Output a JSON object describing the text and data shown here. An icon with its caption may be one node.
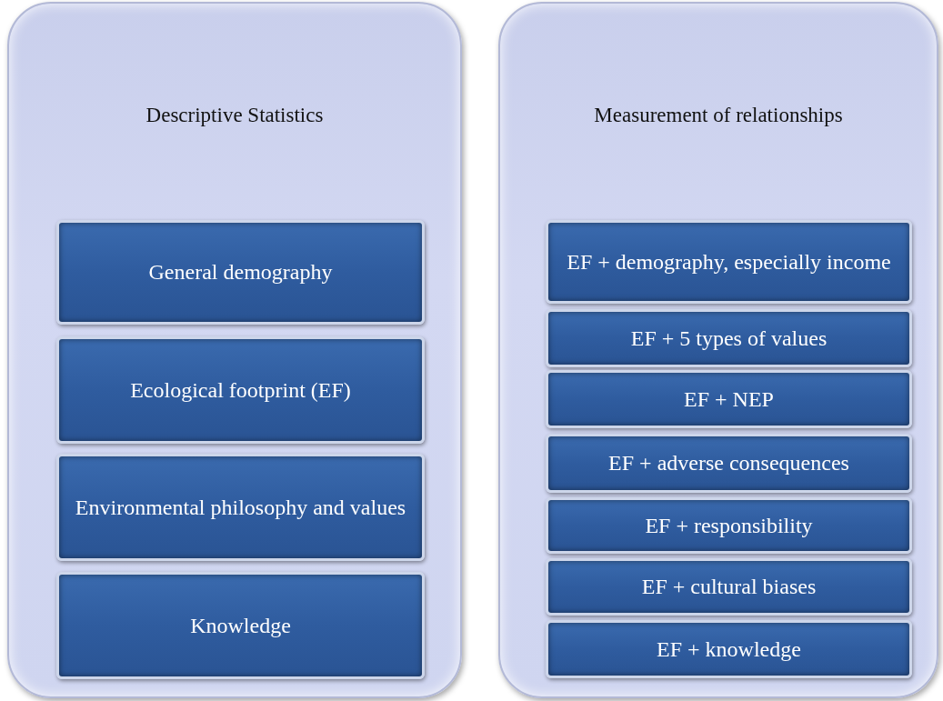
{
  "diagram": {
    "nodes": [
      {
        "text": [
          "Descriptive Statistics"
        ]
      },
      {
        "text": [
          "General demography"
        ],
        "in": 0
      },
      {
        "text": [
          "Ecological footprint (EF)"
        ],
        "in": 0
      },
      {
        "text": [
          "Environmental philosophy and values"
        ],
        "in": 0
      },
      {
        "text": [
          "Knowledge"
        ],
        "in": 0
      },
      {
        "text": [
          "Measurement of relationships"
        ]
      },
      {
        "text": [
          "EF + demography, especially income"
        ],
        "in": 5
      },
      {
        "text": [
          "EF + 5 types of values"
        ],
        "in": 5
      },
      {
        "text": [
          "EF + NEP"
        ],
        "in": 5
      },
      {
        "text": [
          "EF + adverse consequences"
        ],
        "in": 5
      },
      {
        "text": [
          "EF + responsibility"
        ],
        "in": 5
      },
      {
        "text": [
          "EF + cultural biases"
        ],
        "in": 5
      },
      {
        "text": [
          "EF + knowledge"
        ],
        "in": 5
      }
    ],
    "edges": []
  }
}
